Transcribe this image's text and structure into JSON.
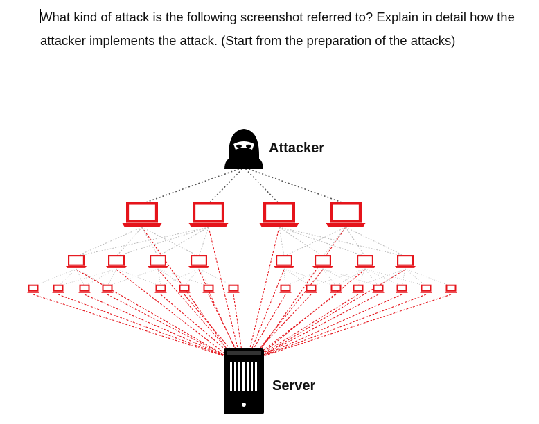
{
  "question": {
    "text": "What kind of attack is the following screenshot referred to? Explain in detail how the attacker implements the attack. (Start from the preparation of the attacks)"
  },
  "diagram": {
    "attacker_label": "Attacker",
    "server_label": "Server",
    "colors": {
      "bot": "#e5141b",
      "attacker": "#000000",
      "server": "#000000",
      "command_link": "#555555",
      "sub_link": "#bbbbbb",
      "attack_link": "#e5141b"
    },
    "icons": {
      "attacker": "hooded-hacker-icon",
      "handler": "laptop-icon",
      "bot": "laptop-icon",
      "server": "server-tower-icon"
    }
  }
}
